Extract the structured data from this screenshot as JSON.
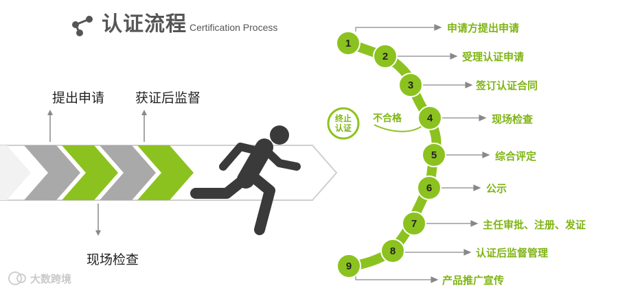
{
  "header": {
    "title": "认证流程",
    "subtitle": "Certification Process",
    "icon": "share-nodes-icon"
  },
  "left_panel": {
    "label_apply": "提出申请",
    "label_supervision": "获证后监督",
    "label_inspection": "现场检查",
    "figure_icon": "running-man-icon"
  },
  "process": {
    "steps": [
      {
        "number": "1",
        "label": "申请方提出申请"
      },
      {
        "number": "2",
        "label": "受理认证申请"
      },
      {
        "number": "3",
        "label": "签订认证合同"
      },
      {
        "number": "4",
        "label": "现场检查"
      },
      {
        "number": "5",
        "label": "综合评定"
      },
      {
        "number": "6",
        "label": "公示"
      },
      {
        "number": "7",
        "label": "主任审批、注册、发证"
      },
      {
        "number": "8",
        "label": "认证后监督管理"
      },
      {
        "number": "9",
        "label": "产品推广宣传"
      }
    ],
    "fail_label": "不合格",
    "terminate_line1": "终止",
    "terminate_line2": "认证"
  },
  "watermark": "大数跨境",
  "colors": {
    "green": "#8cc21f",
    "gray": "#a9a9a9",
    "dark": "#3a3a3a",
    "label_green": "#7fb414"
  }
}
